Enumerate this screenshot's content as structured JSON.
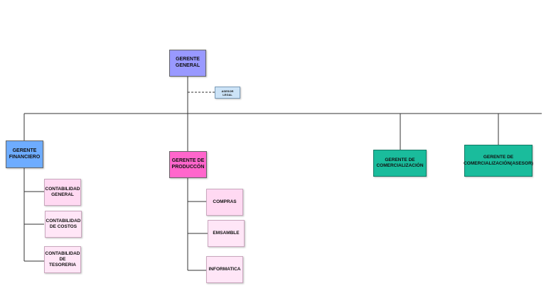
{
  "org_chart": {
    "root": {
      "label": "GERENTE\nGENERAL",
      "color": "#9999ff"
    },
    "staff": {
      "label": "ASESOR LEGAL",
      "color": "#cce3f7"
    },
    "financiero": {
      "label": "GERENTE\nFINANCIERO",
      "color": "#6eacff",
      "children": [
        {
          "label": "CONTABILIDAD\nGENERAL",
          "color": "#ffd9f2"
        },
        {
          "label": "CONTABILIDAD\nDE COSTOS",
          "color": "#ffe6f7"
        },
        {
          "label": "CONTABILIDAD\nDE\nTESORERIA",
          "color": "#ffe6f7"
        }
      ]
    },
    "produccion": {
      "label": "GERENTE DE\nPRODUCCÓN",
      "color": "#ff66cc",
      "children": [
        {
          "label": "COMPRAS",
          "color": "#ffd9f2"
        },
        {
          "label": "EMSAMBLE",
          "color": "#ffe6f7"
        },
        {
          "label": "INFORMATICA",
          "color": "#ffe6f7"
        }
      ]
    },
    "comercializacion_1": {
      "label": "GERENTE DE\nCOMERCIALIZACIÓN",
      "color": "#1abc9c"
    },
    "comercializacion_2": {
      "label": "GERENTE DE\nCOMERCIALIZACIÓN(ASESOR)",
      "color": "#1abc9c"
    },
    "line_color": "#333333"
  }
}
